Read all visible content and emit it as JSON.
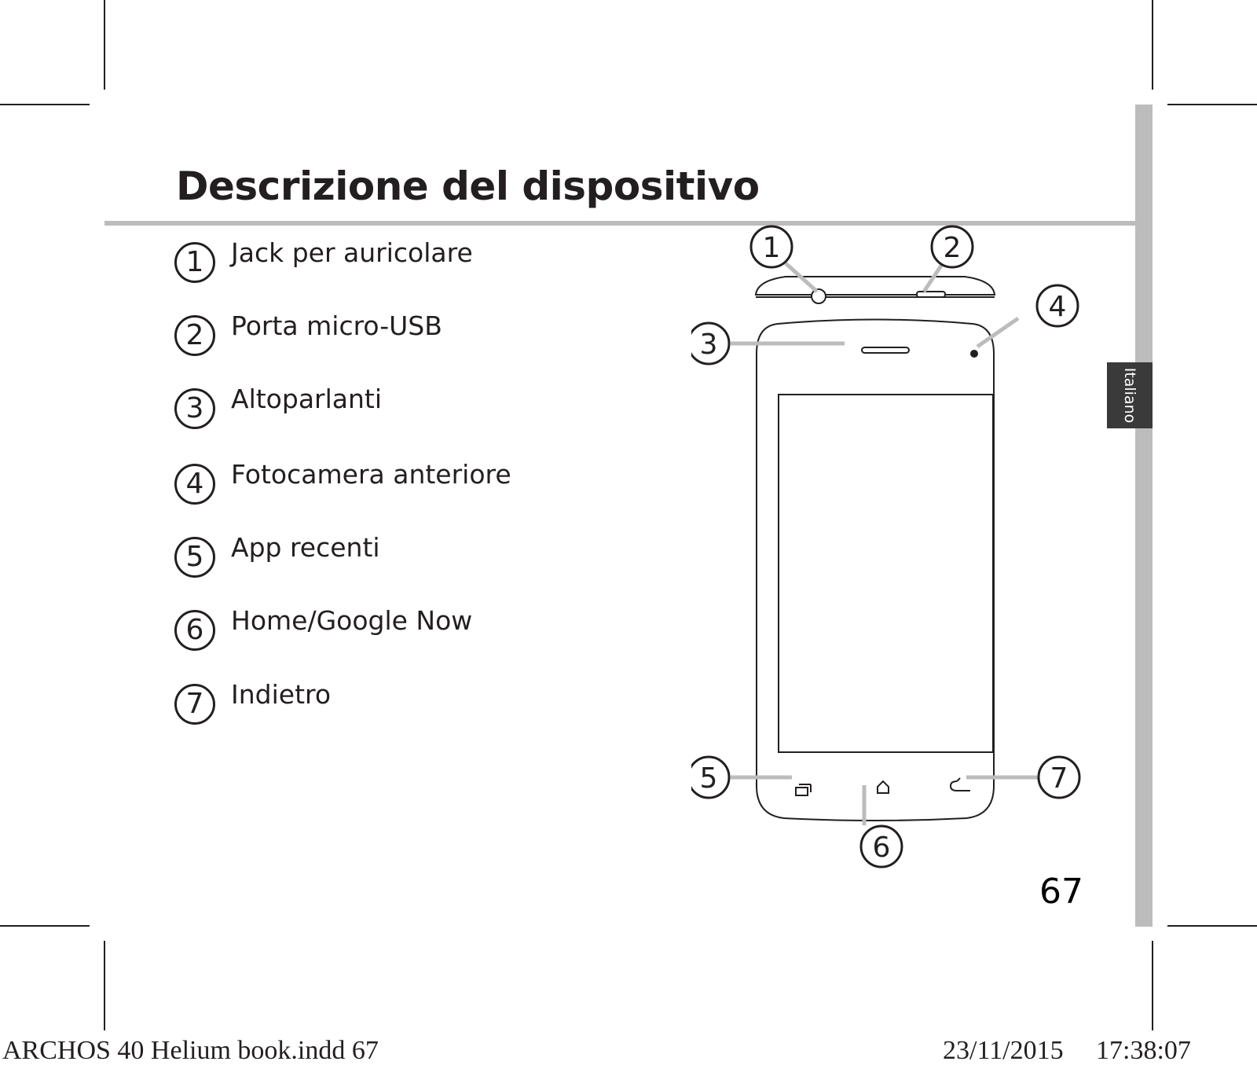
{
  "page": {
    "title": "Descrizione del dispositivo",
    "language_tab": "Italiano",
    "page_number": "67"
  },
  "legend": [
    {
      "number": "1",
      "label": "Jack per auricolare"
    },
    {
      "number": "2",
      "label": "Porta micro-USB"
    },
    {
      "number": "3",
      "label": "Altoparlanti"
    },
    {
      "number": "4",
      "label": "Fotocamera anteriore"
    },
    {
      "number": "5",
      "label": "App recenti"
    },
    {
      "number": "6",
      "label": "Home/Google Now"
    },
    {
      "number": "7",
      "label": "Indietro"
    }
  ],
  "diagram": {
    "callouts": [
      "1",
      "2",
      "3",
      "4",
      "5",
      "6",
      "7"
    ]
  },
  "footer": {
    "file_name": "ARCHOS 40 Helium book.indd   67",
    "date": "23/11/2015",
    "time": "17:38:07"
  },
  "colors": {
    "text": "#231f20",
    "rule": "#bcbcbc",
    "tab": "#3a3a3a"
  }
}
